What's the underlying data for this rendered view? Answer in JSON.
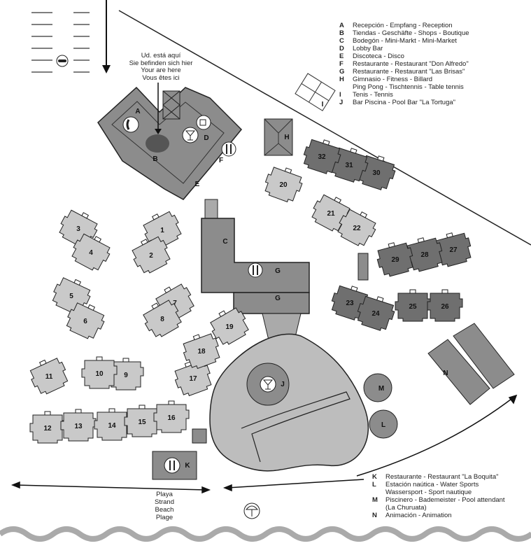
{
  "you_are_here": [
    "Ud. está aquí",
    "Sie befinden sich hier",
    "Your are here",
    "Vous êtes ici"
  ],
  "beach": [
    "Playa",
    "Strand",
    "Beach",
    "Plage"
  ],
  "legend_top": [
    {
      "key": "A",
      "text": "Recepción - Empfang - Reception"
    },
    {
      "key": "B",
      "text": "Tiendas - Geschäfte - Shops - Boutique"
    },
    {
      "key": "C",
      "text": "Bodegón - Mini-Markt - Mini-Market"
    },
    {
      "key": "D",
      "text": "Lobby Bar"
    },
    {
      "key": "E",
      "text": "Discoteca - Disco"
    },
    {
      "key": "F",
      "text": "Restaurante - Restaurant \"Don Alfredo\""
    },
    {
      "key": "G",
      "text": "Restaurante - Restaurant \"Las Brisas\""
    },
    {
      "key": "H",
      "text": "Gimnasio - Fitness - Billard"
    },
    {
      "key": "",
      "text": "Ping Pong - Tischtennis - Table tennis"
    },
    {
      "key": "I",
      "text": "Tenis - Tennis"
    },
    {
      "key": "J",
      "text": "Bar Piscina - Pool Bar \"La Tortuga\""
    }
  ],
  "legend_bottom": [
    {
      "key": "K",
      "text": "Restaurante - Restaurant \"La Boquita\""
    },
    {
      "key": "L",
      "text": "Estación naútica - Water Sports"
    },
    {
      "key": "",
      "text": "Wassersport - Sport nautique"
    },
    {
      "key": "M",
      "text": "Piscinero - Bademeister - Pool attendant"
    },
    {
      "key": "",
      "text": "(La Churuata)"
    },
    {
      "key": "N",
      "text": "Animación - Animation"
    }
  ],
  "facility_letters": {
    "A": "A",
    "B": "B",
    "C": "C",
    "D": "D",
    "E": "E",
    "F": "F",
    "G1": "G",
    "G2": "G",
    "H": "H",
    "I": "I",
    "J": "J",
    "K": "K",
    "L": "L",
    "M": "M",
    "N": "N"
  },
  "buildings": [
    "1",
    "2",
    "3",
    "4",
    "5",
    "6",
    "7",
    "8",
    "9",
    "10",
    "11",
    "12",
    "13",
    "14",
    "15",
    "16",
    "17",
    "18",
    "19",
    "20",
    "21",
    "22",
    "23",
    "24",
    "25",
    "26",
    "27",
    "28",
    "29",
    "30",
    "31",
    "32"
  ],
  "colors": {
    "light": "#c9c9c9",
    "dark": "#6f6f6f",
    "main": "#8c8c8c",
    "pool": "#b4b4b4",
    "water": "#bdbdbd"
  }
}
